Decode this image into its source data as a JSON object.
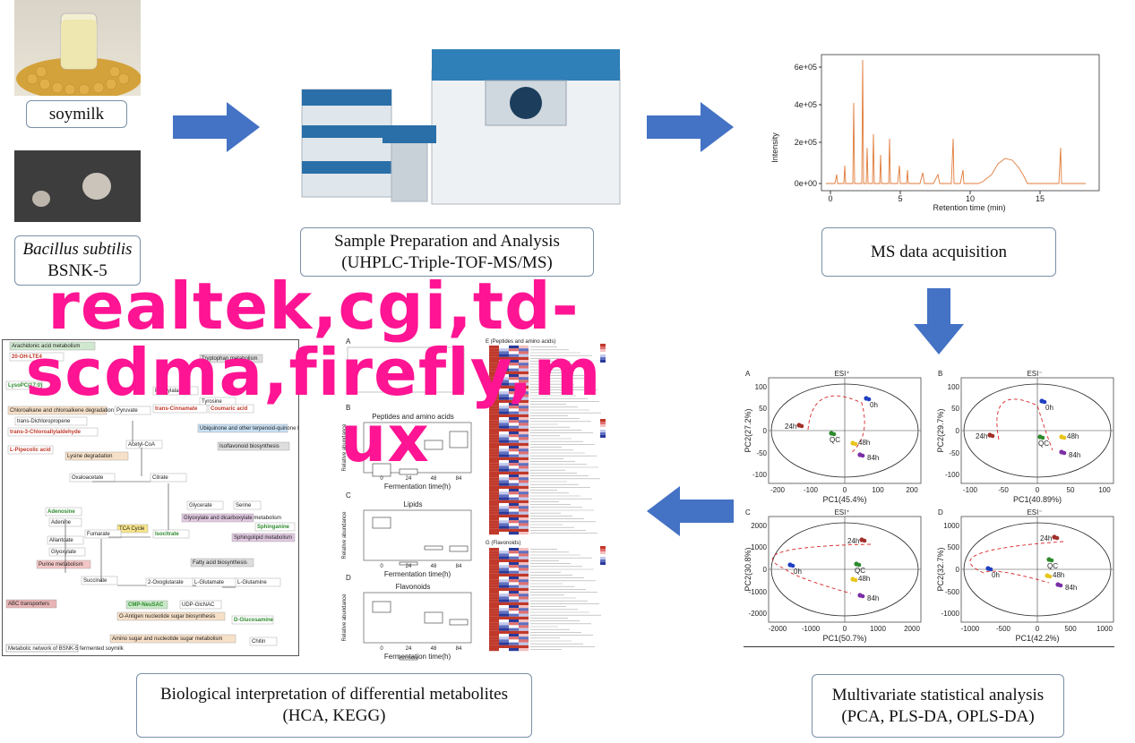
{
  "samples": {
    "soymilk_label": "soymilk",
    "strain_italic": "Bacillus subtilis",
    "strain_code": "BSNK-5"
  },
  "step_prep": {
    "line1": "Sample Preparation and Analysis",
    "line2": "(UHPLC-Triple-TOF-MS/MS)"
  },
  "step_ms": {
    "label": "MS data acquisition",
    "chart_ylabel": "Intensity",
    "chart_xlabel": "Retention time (min)",
    "yticks": [
      "6e+05",
      "4e+05",
      "2e+05",
      "0e+00"
    ],
    "xticks": [
      "0",
      "5",
      "10",
      "15"
    ]
  },
  "step_multivariate": {
    "line1": "Multivariate statistical analysis",
    "line2": "(PCA, PLS-DA, OPLS-DA)"
  },
  "step_bio": {
    "line1": "Biological interpretation of differential metabolites",
    "line2": "(HCA, KEGG)"
  },
  "pca_panels": [
    {
      "letter": "A",
      "mode": "ESI⁺",
      "xlabel": "PC1(45.4%)",
      "ylabel": "PC2(27.2%)",
      "xticks": [
        "-200",
        "-100",
        "0",
        "100",
        "200"
      ],
      "yticks": [
        "100",
        "50",
        "0",
        "-50",
        "-100"
      ],
      "groups": [
        "24h",
        "QC",
        "0h",
        "48h",
        "84h"
      ]
    },
    {
      "letter": "B",
      "mode": "ESI⁻",
      "xlabel": "PC1(40.89%)",
      "ylabel": "PC2(29.7%)",
      "xticks": [
        "-100",
        "-50",
        "0",
        "50",
        "100"
      ],
      "yticks": [
        "100",
        "50",
        "0",
        "-50",
        "-100"
      ],
      "groups": [
        "24h",
        "QC",
        "0h",
        "48h",
        "84h"
      ]
    },
    {
      "letter": "C",
      "mode": "ESI⁺",
      "xlabel": "PC1(50.7%)",
      "ylabel": "PC2(30.8%)",
      "xticks": [
        "-2000",
        "-1000",
        "0",
        "1000",
        "2000"
      ],
      "yticks": [
        "2000",
        "1000",
        "0",
        "-1000",
        "-2000"
      ],
      "groups": [
        "24h",
        "QC",
        "0h",
        "48h",
        "84h"
      ]
    },
    {
      "letter": "D",
      "mode": "ESI⁻",
      "xlabel": "PC1(42.2%)",
      "ylabel": "PC2(32.7%)",
      "xticks": [
        "-1000",
        "-500",
        "0",
        "500",
        "1000"
      ],
      "yticks": [
        "1000",
        "500",
        "0",
        "-500",
        "-1000"
      ],
      "groups": [
        "24h",
        "QC",
        "0h",
        "48h",
        "84h"
      ]
    }
  ],
  "boxplots": {
    "panel_b_title": "Peptides and amino acids",
    "panel_c_title": "Lipids",
    "panel_d_title": "Flavonoids",
    "xlabel": "Fermentation time(h)",
    "ylabel": "Relative abundance",
    "xticks": [
      "0",
      "24",
      "48",
      "84"
    ]
  },
  "heatmaps": {
    "e_title": "E (Peptides and amino acids)",
    "g_title": "G (Flavonoids)"
  },
  "pathway": {
    "caption": "Metabolic network of BSNK-5 fermented soymilk",
    "nodes": [
      "Arachidonic acid metabolism",
      "20-OH-LTE4",
      "LysoPC(17:0)",
      "Chloroalkane and chloroalkene degradation",
      "trans-Dichloropropene",
      "trans-3-Chloroallylaldehyde",
      "L-Pipecolic acid",
      "Lysine degradation",
      "Pyruvate",
      "Acetyl-CoA",
      "Oxaloacetate",
      "Citrate",
      "Isocitrate",
      "TCA Cycle",
      "Fumarate",
      "Succinate",
      "2-Oxoglutarate",
      "L-Glutamate",
      "L-Glutamine",
      "Adenosine",
      "Adenine",
      "Allantoate",
      "Glyoxylate",
      "Purine metabolism",
      "ABC transporters",
      "Phenylalanine",
      "Tyrosine",
      "trans-Cinnamate",
      "Coumaric acid",
      "Ubiquinone and other terpenoid-quinone biosynthesis",
      "Glyoxylate and dicarboxylate metabolism",
      "Sphinganine",
      "Sphingolipid metabolism",
      "Serine",
      "Glycerate",
      "Fatty acid biosynthesis",
      "CMP-NeuSAC",
      "UDP-GlcNAC",
      "O-Antigen nucleotide sugar biosynthesis",
      "D-Glucosamine",
      "Amino sugar and nucleotide sugar metabolism",
      "Chitin",
      "Tryptophan metabolism",
      "Isoflavonoid biosynthesis"
    ]
  },
  "watermark": {
    "line1": "realtek,cgi,td-",
    "line2": "scdma,firefly,m",
    "line3": "ux"
  },
  "colors": {
    "arrow": "#4472c4",
    "box_border": "#7a8fa8",
    "chromatogram": "#e07b3a",
    "watermark": "#ff1493",
    "g0h": "#1f3fbf",
    "g24h": "#a0302a",
    "gQC": "#2e8b2e",
    "g48h": "#e8c51a",
    "g84h": "#7a2ea6"
  }
}
